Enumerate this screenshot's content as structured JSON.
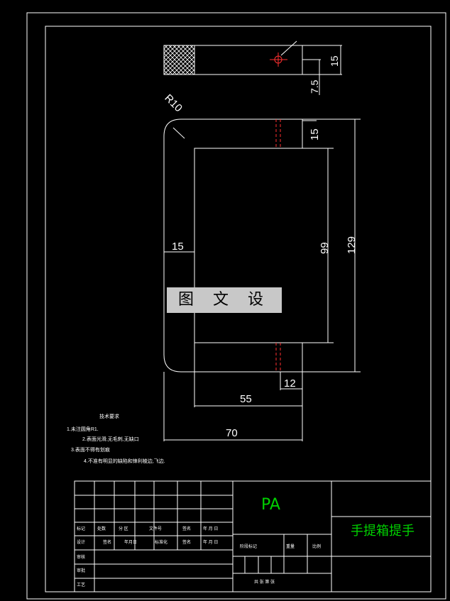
{
  "drawing": {
    "title_part": "PA",
    "title_name": "手提箱提手",
    "watermark": "图 文 设 计",
    "dims": {
      "r": "R10",
      "top_15": "15",
      "top_7_5": "7.5",
      "right_15": "15",
      "left_15": "15",
      "h_99": "99",
      "h_129": "129",
      "w_55": "55",
      "w_12": "12",
      "w_70": "70"
    },
    "notes": {
      "heading": "技术要求",
      "n1": "1.未注圆角R1.",
      "n2": "2.表面光滑,无毛刺,无缺口",
      "n3": "3.表面不得有划痕",
      "n4": "4.不准有明显的缺陷和锋利棱边,飞边."
    },
    "table": {
      "c1": "标记",
      "c2": "处数",
      "c3": "分 区",
      "c4": "文件号",
      "c5": "签名",
      "c6": "年 月 日",
      "d1": "设计",
      "d2": "签名",
      "d3": "年月日",
      "d4": "标准化",
      "d5": "签名",
      "d6": "年 月 日",
      "e1": "审核",
      "e2": "审批",
      "e3": "工艺",
      "s1": "阶段标记",
      "s2": "重量",
      "s3": "比例",
      "f1": "共 张 第 张"
    }
  },
  "colors": {
    "line": "#ffffff",
    "title": "#00d000",
    "center": "#ff3030"
  }
}
